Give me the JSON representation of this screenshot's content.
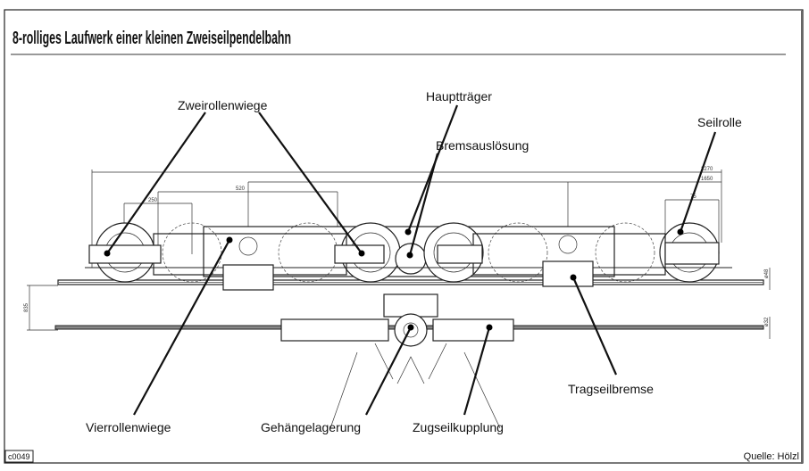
{
  "title": "8-rolliges Laufwerk einer kleinen Zweiseilpendelbahn",
  "labels": {
    "zweirollenwiege": "Zweirollenwiege",
    "hauptträger": "Hauptträger",
    "bremsauslösung": "Bremsauslösung",
    "seilrolle": "Seilrolle",
    "vierrollenwiege": "Vierrollenwiege",
    "gehängelagerung": "Gehängelagerung",
    "zugseilkupplung": "Zugseilkupplung",
    "tragseilbremse": "Tragseilbremse"
  },
  "dimensions": {
    "overall": "2270",
    "inner": "1650",
    "bogie": "520",
    "wheel_pitch": "250",
    "end": "75",
    "height": "835",
    "track_rope_dia": "ø48",
    "haul_rope_dia": "ø32"
  },
  "footer": {
    "figure_id": "c0049",
    "source": "Quelle: Hölzl"
  }
}
